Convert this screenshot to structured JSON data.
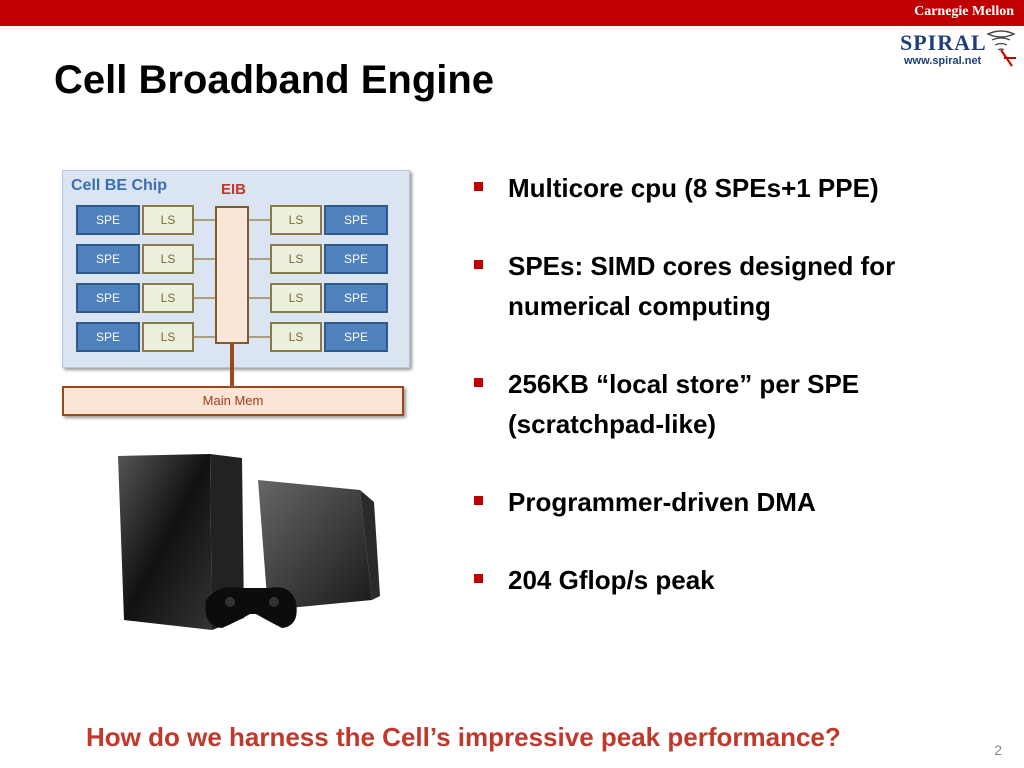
{
  "header": {
    "university": "Carnegie Mellon",
    "logo_word": "SPIRAL",
    "logo_url": "www.spiral.net"
  },
  "slide": {
    "title": "Cell Broadband Engine",
    "page_number": "2",
    "question": "How do we harness the Cell’s impressive peak performance?"
  },
  "diagram": {
    "chip_label": "Cell BE Chip",
    "eib_label": "EIB",
    "main_mem_label": "Main Mem",
    "spe_label": "SPE",
    "ls_label": "LS"
  },
  "bullets": [
    "Multicore cpu (8 SPEs+1 PPE)",
    "SPEs: SIMD cores designed for numerical computing",
    "256KB “local store” per SPE (scratchpad-like)",
    "Programmer-driven DMA",
    "204 Gflop/s peak"
  ],
  "colors": {
    "accent": "#c00000",
    "spe_blue": "#4f81bd",
    "question_red": "#c0392b"
  }
}
